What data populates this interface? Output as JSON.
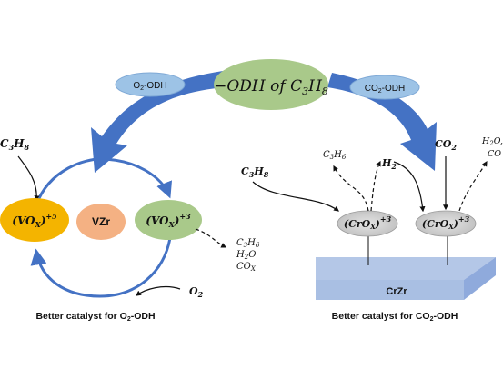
{
  "center_label": {
    "prefix": "−ODH of ",
    "sym": "C",
    "sub1": "3",
    "mid": "H",
    "sub2": "8"
  },
  "left_tag": {
    "main": "O",
    "sub": "2",
    "rest": "-ODH"
  },
  "right_tag": {
    "main": "CO",
    "sub": "2",
    "rest": "-ODH"
  },
  "left_cycle": {
    "reactant": {
      "sym": "C",
      "sub1": "3",
      "mid": "H",
      "sub2": "8"
    },
    "vox5": {
      "text": "(VO",
      "sub": "X",
      "close": ")",
      "sup": "+5"
    },
    "center": "VZr",
    "vox3": {
      "text": "(VO",
      "sub": "X",
      "close": ")",
      "sup": "+3"
    },
    "products": [
      {
        "main": "C",
        "sub": "3",
        "main2": "H",
        "sub2": "6"
      },
      {
        "main": "H",
        "sub": "2",
        "main2": "O",
        "sub2": ""
      },
      {
        "main": "CO",
        "sub": "X",
        "main2": "",
        "sub2": ""
      }
    ],
    "oxidant": {
      "main": "O",
      "sub": "2"
    },
    "caption": {
      "main": "Better catalyst for O",
      "sub": "2",
      "rest": "-ODH"
    }
  },
  "right_panel": {
    "reactant": {
      "sym": "C",
      "sub1": "3",
      "mid": "H",
      "sub2": "8"
    },
    "product_c3h6": {
      "main": "C",
      "sub": "3",
      "main2": "H",
      "sub2": "6"
    },
    "product_h2": {
      "main": "H",
      "sub": "2"
    },
    "reactant_co2": {
      "main": "CO",
      "sub": "2"
    },
    "product_h2o": {
      "main": "H",
      "sub": "2",
      "main2": "O,"
    },
    "product_co": "CO",
    "crox_left": {
      "text": "(CrO",
      "sub": "X",
      "close": ")",
      "sup": "+3"
    },
    "crox_right": {
      "text": "(CrO",
      "sub": "X",
      "close": ")",
      "sup": "+3"
    },
    "support": "CrZr",
    "caption": {
      "main": "Better catalyst for CO",
      "sub": "2",
      "rest": "-ODH"
    }
  }
}
